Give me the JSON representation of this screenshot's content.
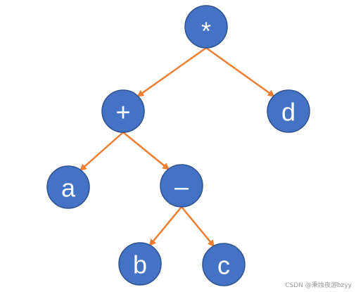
{
  "diagram": {
    "colors": {
      "node_fill": "#4472c4",
      "edge": "#ed7d31",
      "label": "#ffffff"
    },
    "nodes": [
      {
        "id": "root",
        "label": "*"
      },
      {
        "id": "plus",
        "label": "+"
      },
      {
        "id": "d",
        "label": "d"
      },
      {
        "id": "a",
        "label": "a"
      },
      {
        "id": "minus",
        "label": "–"
      },
      {
        "id": "b",
        "label": "b"
      },
      {
        "id": "c",
        "label": "c"
      }
    ],
    "edges": [
      {
        "from": "root",
        "to": "plus"
      },
      {
        "from": "root",
        "to": "d"
      },
      {
        "from": "plus",
        "to": "a"
      },
      {
        "from": "plus",
        "to": "minus"
      },
      {
        "from": "minus",
        "to": "b"
      },
      {
        "from": "minus",
        "to": "c"
      }
    ]
  },
  "watermark": "CSDN @秉烛夜游bzyy"
}
